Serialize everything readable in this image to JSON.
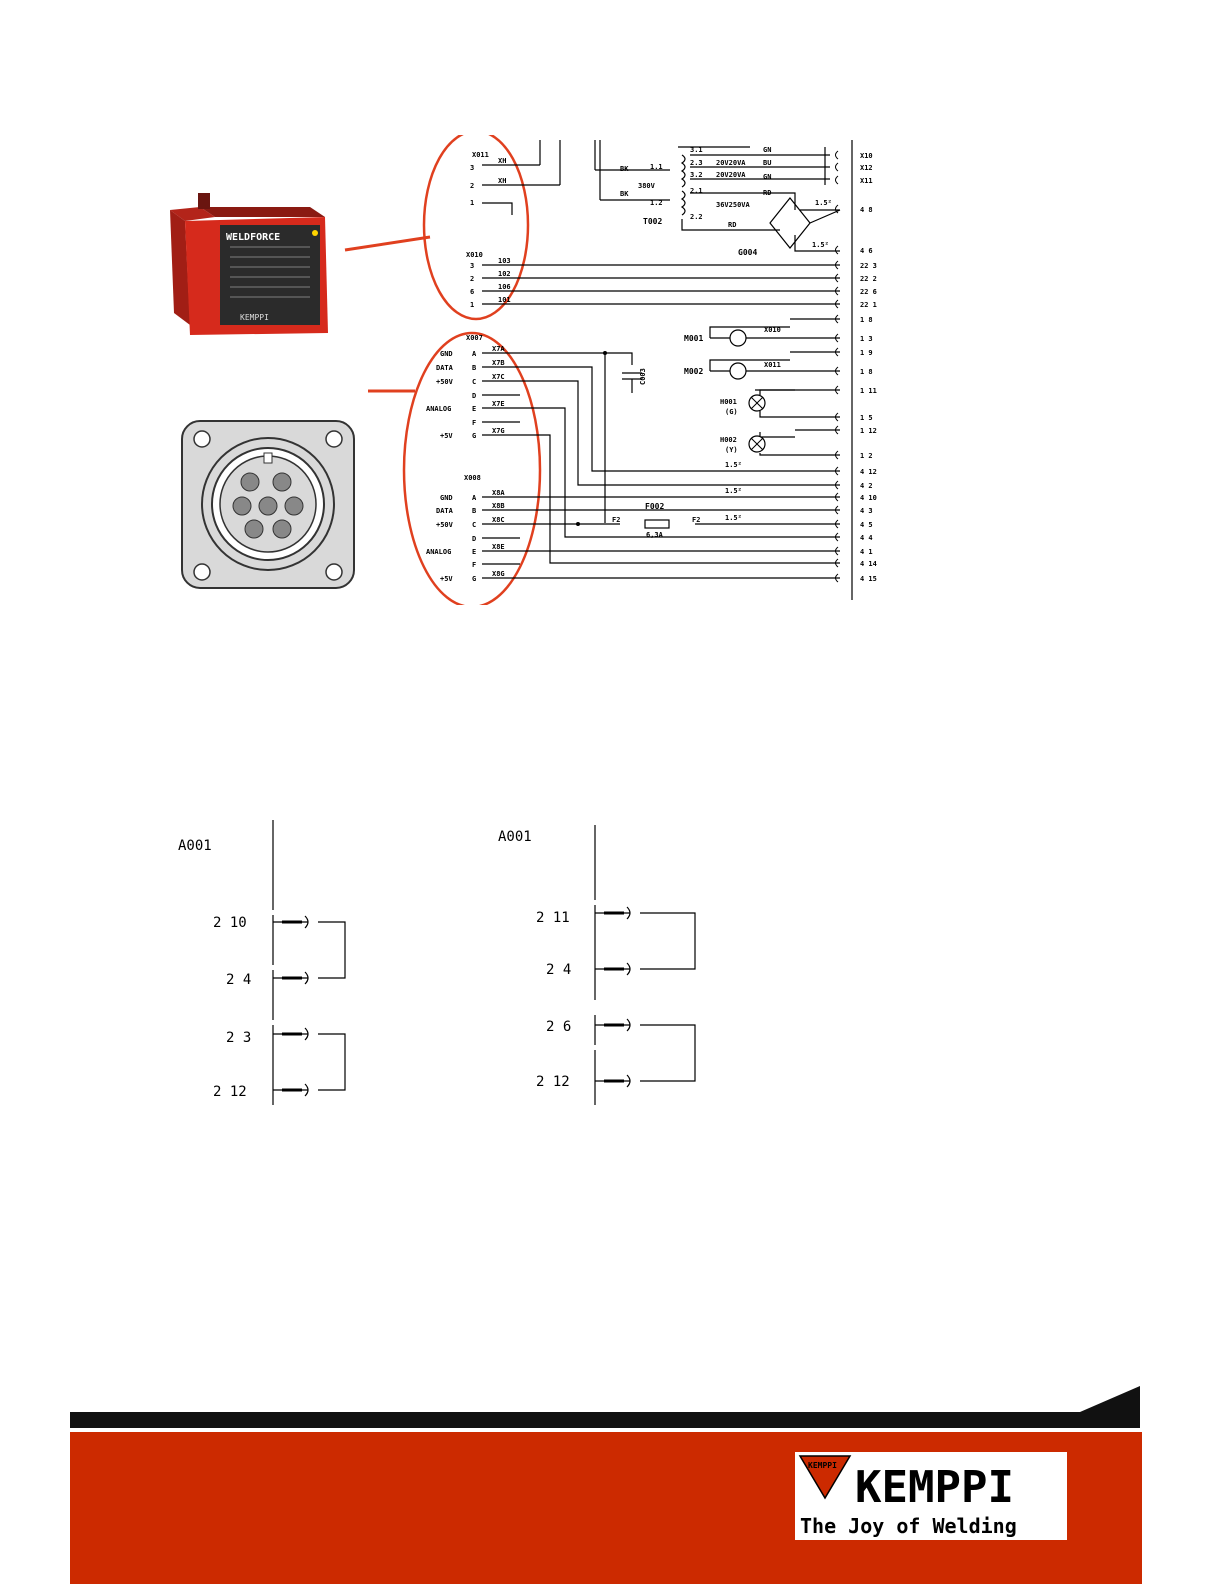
{
  "unit": {
    "brand": "WELDFORCE",
    "maker": "KEMPPI"
  },
  "x011": {
    "id": "X011",
    "pins": [
      "3",
      "2",
      "1"
    ],
    "wires": [
      "XH",
      "XH"
    ]
  },
  "x010": {
    "id": "X010",
    "pins": [
      "3",
      "2",
      "6",
      "1"
    ],
    "wires": [
      "103",
      "102",
      "106",
      "101"
    ]
  },
  "x007": {
    "id": "X007",
    "pins": [
      "A",
      "B",
      "C",
      "D",
      "E",
      "F",
      "G"
    ],
    "signals": [
      "GND",
      "DATA",
      "+50V",
      "",
      "ANALOG",
      "",
      "+5V"
    ],
    "wires": [
      "X7A",
      "X7B",
      "X7C",
      "",
      "X7E",
      "",
      "X7G"
    ]
  },
  "x008": {
    "id": "X008",
    "pins": [
      "A",
      "B",
      "C",
      "D",
      "E",
      "F",
      "G"
    ],
    "signals": [
      "GND",
      "DATA",
      "+50V",
      "",
      "ANALOG",
      "",
      "+5V"
    ],
    "wires": [
      "X8A",
      "X8B",
      "X8C",
      "",
      "X8E",
      "",
      "X8G"
    ]
  },
  "transformer": {
    "id": "T002",
    "primary": "380V",
    "bk": "BK",
    "taps": [
      "3.1",
      "2.3",
      "3.2",
      "2.1",
      "2.2",
      "1.1",
      "1.2"
    ],
    "outputs": [
      "20V20VA",
      "20V20VA",
      "36V250VA"
    ],
    "colors": [
      "GN",
      "BU",
      "GN",
      "RD",
      "RD"
    ]
  },
  "rectifier": {
    "id": "G004",
    "wire_size": "1.5²"
  },
  "motors": [
    {
      "id": "M001",
      "conn": "X010"
    },
    {
      "id": "M002",
      "conn": "X011"
    }
  ],
  "lamps": [
    {
      "id": "H001",
      "color": "(G)"
    },
    {
      "id": "H002",
      "color": "(Y)"
    }
  ],
  "capacitor": {
    "id": "C003"
  },
  "fuse": {
    "id": "F002",
    "rating": "6,3A",
    "left_pin": "F2",
    "right_pin": "F2"
  },
  "wire_sizes": [
    "1.5²",
    "1.5²",
    "1.5²",
    "1.5²"
  ],
  "right_terminals": [
    "X10",
    "X12",
    "X11",
    "4 8",
    "4 6",
    "22 3",
    "22 2",
    "22 6",
    "22 1",
    "1 8",
    "1 3",
    "1 9",
    "1 8",
    "1 11",
    "1 5",
    "1 12",
    "1 2",
    "4 12",
    "4 2",
    "4 10",
    "4 3",
    "4 5",
    "4 4",
    "4 1",
    "4 14",
    "4 15"
  ],
  "jumpers": [
    {
      "id": "A001",
      "pins": [
        "2 10",
        "2 4",
        "2 3",
        "2 12"
      ]
    },
    {
      "id": "A001",
      "pins": [
        "2 11",
        "2 4",
        "2 6",
        "2 12"
      ]
    }
  ],
  "logo": {
    "name": "KEMPPI",
    "tagline": "The Joy of Welding",
    "mark": "KEMPPI"
  },
  "colors": {
    "accent": "#e0401f",
    "footer": "#cc2a00",
    "band": "#111111"
  }
}
